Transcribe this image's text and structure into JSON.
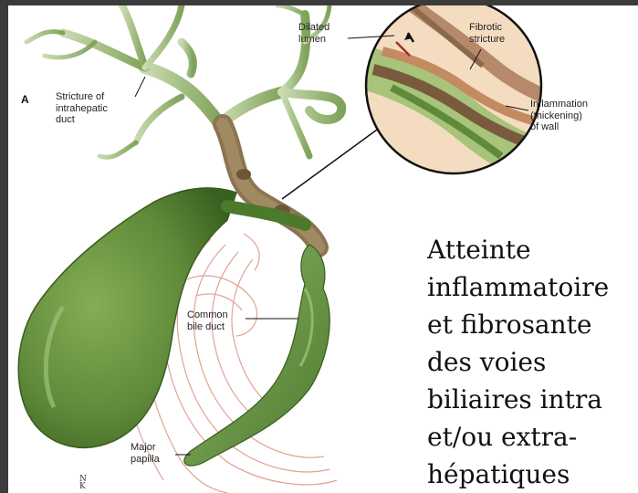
{
  "figure_letter": "A",
  "labels": {
    "dilated_lumen": "Dilated\nlumen",
    "fibrotic_stricture": "Fibrotic\nstricture",
    "stricture_intrahepatic": "Stricture of\nintrahepatic\nduct",
    "inflammation": "Inflammation\n(thickening)\nof wall",
    "common_bile_duct": "Common\nbile duct",
    "major_papilla": "Major\npapilla"
  },
  "caption_lines": [
    "Atteinte",
    "inflammatoire",
    "et fibrosante",
    "des voies",
    "biliaires intra",
    "et/ou extra-",
    "hépatiques"
  ],
  "credit": "N\nK",
  "colors": {
    "organ_green": "#5f8a3a",
    "organ_dark": "#3f6a25",
    "duct_brown": "#8a6a48",
    "pancreas_red": "#d98a7a",
    "background": "#3b3b3b"
  }
}
